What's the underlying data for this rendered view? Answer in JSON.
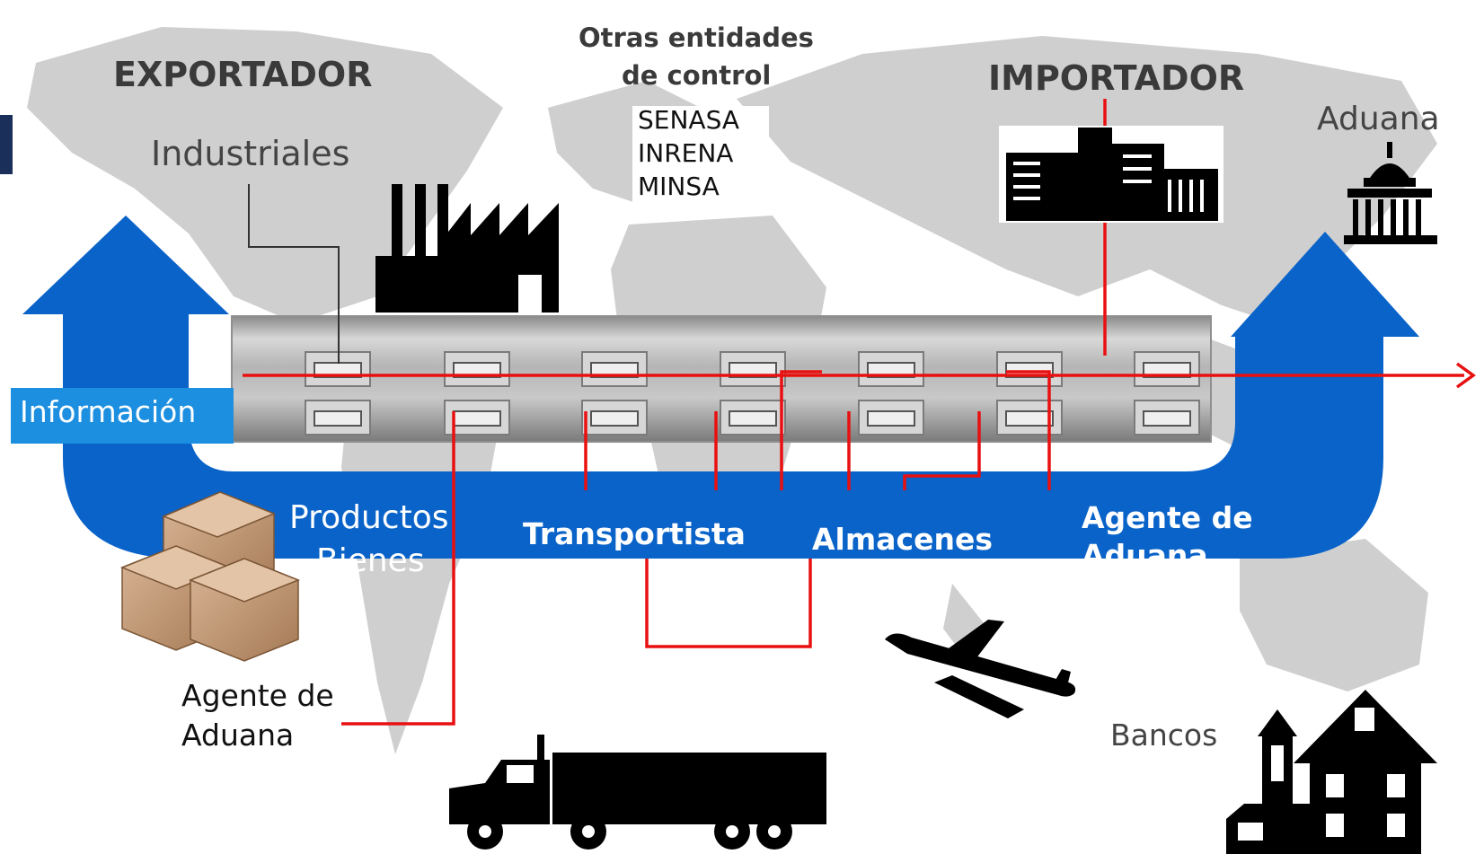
{
  "exporter": {
    "title": "EXPORTADOR",
    "sub": "Industriales"
  },
  "control": {
    "title_line1": "Otras entidades",
    "title_line2": "de control",
    "entities": [
      "SENASA",
      "INRENA",
      "MINSA"
    ]
  },
  "importer": {
    "title": "IMPORTADOR"
  },
  "customs": {
    "label": "Aduana"
  },
  "info": {
    "label": "Información"
  },
  "flow": {
    "products_line1": "Productos",
    "products_line2": "Bienes",
    "carrier": "Transportista",
    "warehouses": "Almacenes",
    "agent_line1": "Agente de",
    "agent_line2": "Aduana"
  },
  "export_agent": {
    "line1": "Agente de",
    "line2": "Aduana"
  },
  "banks": {
    "label": "Bancos"
  },
  "colors": {
    "flow_blue": "#0a63c9",
    "connector_red": "#e81010",
    "map_gray": "#cfcfcf"
  },
  "icons": [
    "factory-icon",
    "office-building-icon",
    "customs-building-icon",
    "boxes-icon",
    "airplane-icon",
    "truck-icon",
    "bank-house-icon"
  ]
}
